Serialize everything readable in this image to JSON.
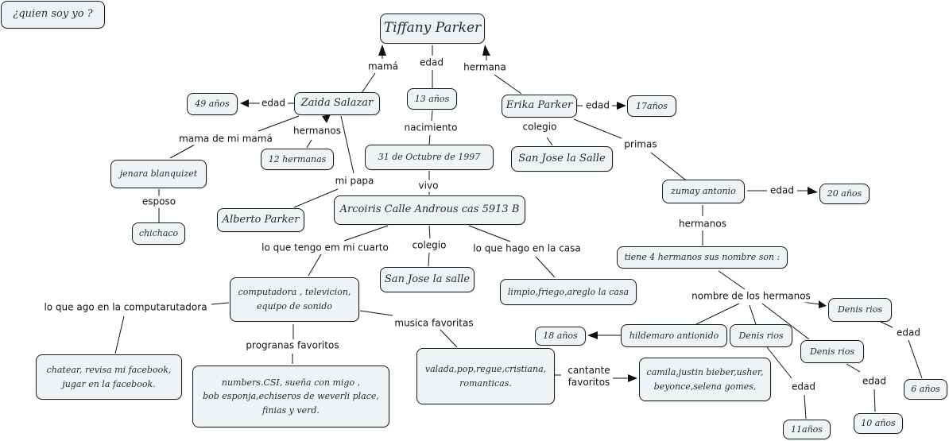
{
  "title_node": "¿quien soy yo ?",
  "nodes": {
    "tiffany": "Tiffany Parker",
    "zaida": "Zaida Salazar",
    "age49": "49 años",
    "age13": "13 años",
    "erika": "Erika Parker",
    "age17": "17años",
    "hermanas12": "12 hermanas",
    "jenara": "jenara blanquizet",
    "chichaco": "chichaco",
    "birth": "31 de Octubre de 1997",
    "san_jose_erika": "San Jose la Salle",
    "alberto": "Alberto Parker",
    "address": "Arcoiris  Calle Androus cas 5913 B",
    "zumay": "zumay antonio",
    "age20": "20 años",
    "tiene4": "tiene 4 hermanos sus nombre son :",
    "cuarto": "computadora , televicion,\nequipo de sonido",
    "san_jose": "San Jose la salle",
    "casa": "limpio,friego,areglo la casa",
    "hildemaro": "hildemaro antionido",
    "age18": "18 años",
    "denis1": "Denis rios",
    "denis2": "Denis rios",
    "denis3": "Denis rios",
    "age6": "6 años",
    "age11": "11años",
    "age10": "10 años",
    "chatear": "chatear, revisa mi facebook,\njugar  en la facebook.",
    "programas": "numbers.CSI, sueña con migo ,\nbob esponja,echiseros de weverli place,\nfinias y verd.",
    "musica": "valada,pop,regue,cristiana,\nromanticas.",
    "cantantes": "camila,justin bieber,usher,\nbeyonce,selena gomes,"
  },
  "links": {
    "mama": "mamá",
    "edad_tiffany": "edad",
    "hermana": "hermana",
    "edad_zaida": "edad",
    "edad_erika": "edad",
    "hermanos_zaida": "hermanos",
    "mama_de_mi_mama": "mama de mi mamá",
    "nacimiento": "nacimiento",
    "colegio_erika": "colegio",
    "primas": "primas",
    "esposo": "esposo",
    "mi_papa": "mi papa",
    "vivo": "vivo",
    "edad_zumay": "edad",
    "hermanos_zumay": "hermanos",
    "lo_que_tengo": "lo que tengo em mi cuarto",
    "colegio": "colegio",
    "lo_que_hago": "lo que hago en la casa",
    "nombre_hermanos": "nombre de los hermanos",
    "lo_que_ago": "lo que ago en la computarutadora",
    "musica_favoritas": "musica favoritas",
    "edad_denis1": "edad",
    "programas_favoritos": "progranas favoritos",
    "cantante_favoritos": "cantante\nfavoritos",
    "edad_denis2": "edad",
    "edad_denis3": "edad"
  }
}
